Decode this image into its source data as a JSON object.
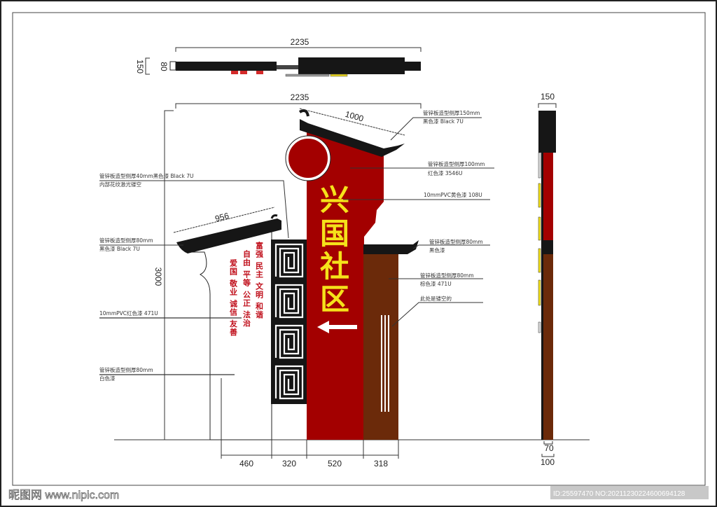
{
  "colors": {
    "red": "#a30000",
    "brown": "#6b2a0a",
    "black": "#161616",
    "yellow": "#f5e21a",
    "slogan": "#c0101c"
  },
  "plan_view": {
    "width_dim": "2235",
    "depth_dim": "150",
    "bar_dim": "80"
  },
  "elevation": {
    "width_dim": "2235",
    "height_dim": "3000",
    "main_roof_dim": "1000",
    "left_roof_dim": "956",
    "title_chars": [
      "兴",
      "国",
      "社",
      "区"
    ],
    "bottom_dims": [
      "460",
      "320",
      "520",
      "318"
    ],
    "slogans": [
      "富强 民主 文明 和谐",
      "自由 平等 公正 法治",
      "爱国 敬业 诚信 友善"
    ]
  },
  "side_view": {
    "top_dim": "150",
    "bottom_dim_inner": "70",
    "bottom_dim_outer": "100"
  },
  "annotations_right": [
    {
      "line1": "管锌板造型侧厚150mm",
      "line2": "黑色漆 Black 7U"
    },
    {
      "line1": "管锌板造型侧厚100mm",
      "line2": "红色漆 3546U"
    },
    {
      "line1": "10mmPVC黄色漆 108U",
      "line2": ""
    },
    {
      "line1": "管锌板造型侧厚80mm",
      "line2": "黑色漆"
    },
    {
      "line1": "管锌板造型侧厚80mm",
      "line2": "棕色漆 471U"
    },
    {
      "line1": "此处是镂空的",
      "line2": ""
    }
  ],
  "annotations_left": [
    {
      "line1": "管锌板造型侧厚40mm黑色漆 Black 7U",
      "line2": "内部花纹激光镂空"
    },
    {
      "line1": "管锌板造型侧厚80mm",
      "line2": "黑色漆 Black 7U"
    },
    {
      "line1": "10mmPVC红色漆 471U",
      "line2": ""
    },
    {
      "line1": "管锌板造型侧厚80mm",
      "line2": "白色漆"
    }
  ],
  "watermark": {
    "site": "昵图网 www.nipic.com",
    "id": "ID:25597470 NO:20211230224600694128"
  }
}
